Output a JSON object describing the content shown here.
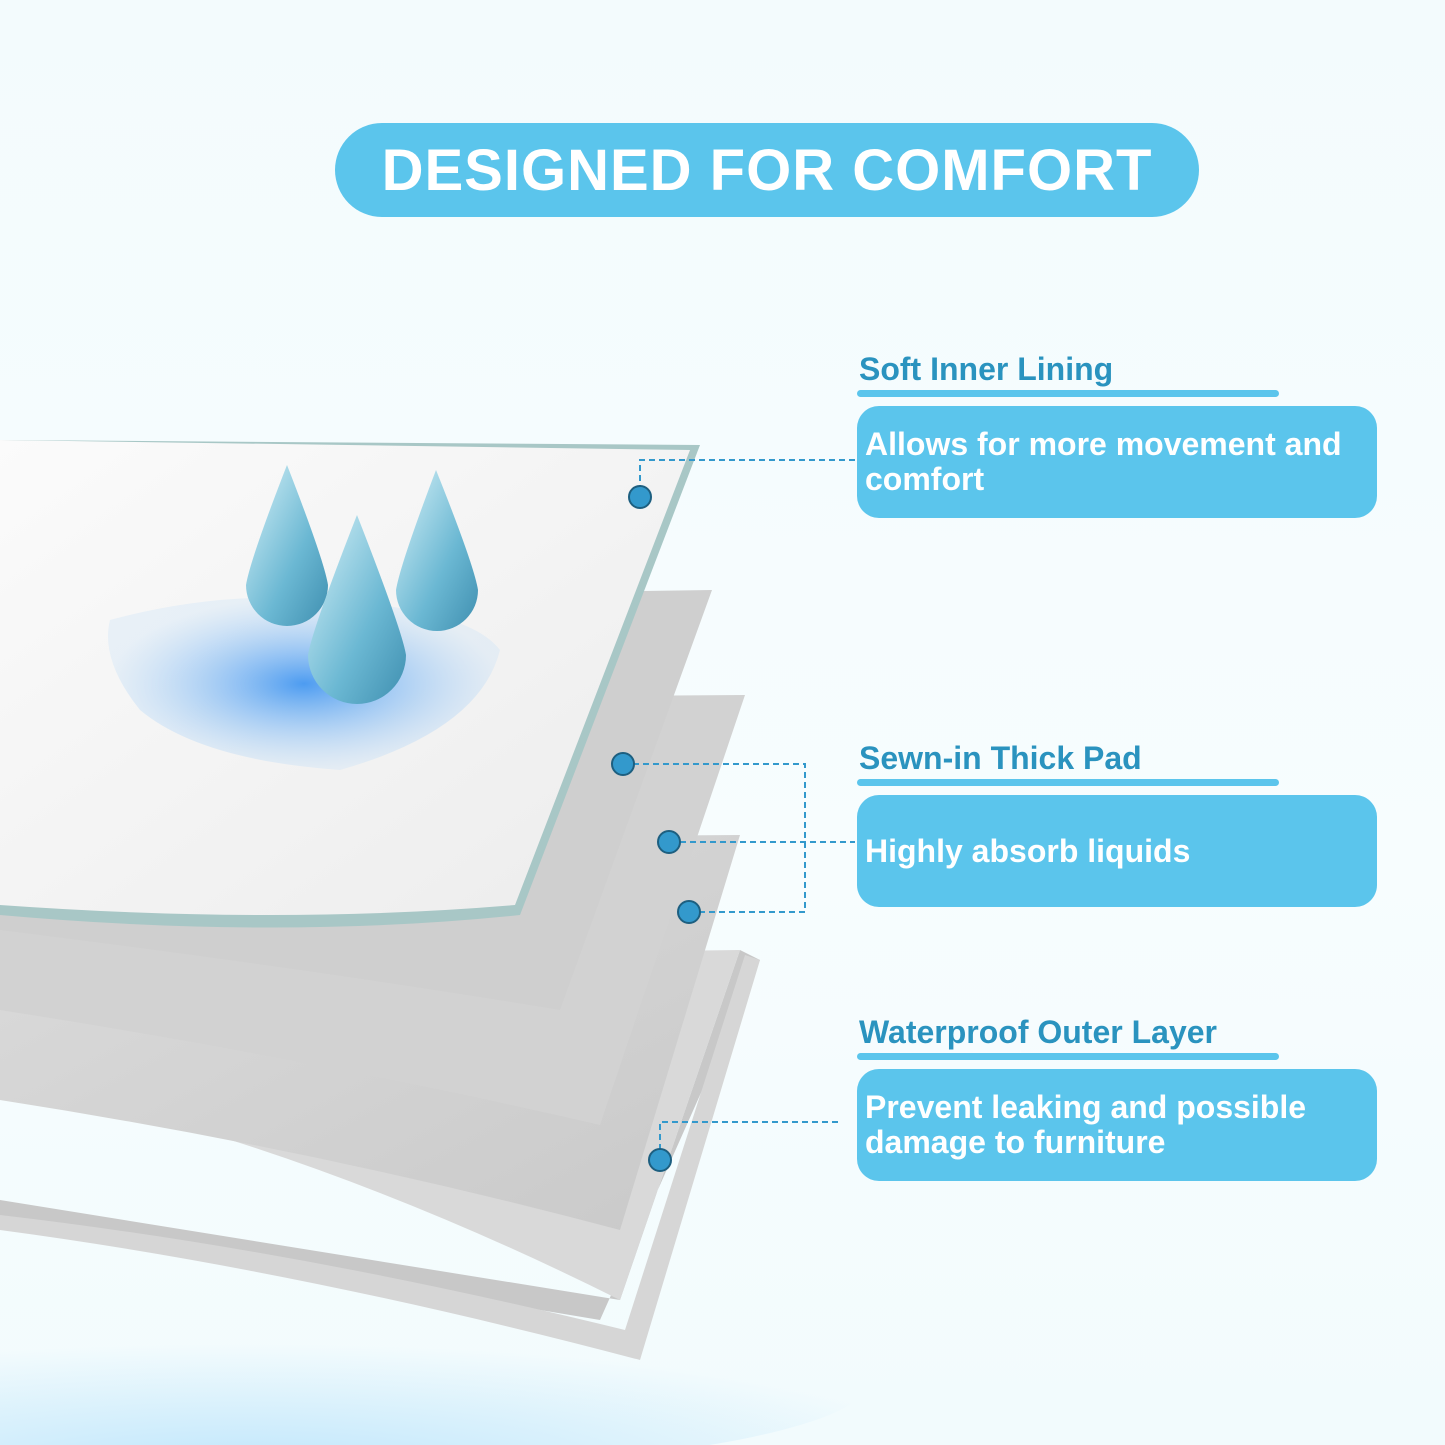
{
  "title": "DESIGNED FOR COMFORT",
  "features": [
    {
      "label": "Soft Inner Lining",
      "description": "Allows for more movement and comfort"
    },
    {
      "label": "Sewn-in Thick Pad",
      "description": "Highly absorb liquids"
    },
    {
      "label": "Waterproof Outer Layer",
      "description": "Prevent leaking and possible damage to furniture"
    }
  ],
  "colors": {
    "accent": "#5bc5ec",
    "label": "#2a93bf",
    "dot": "#3399cc"
  }
}
